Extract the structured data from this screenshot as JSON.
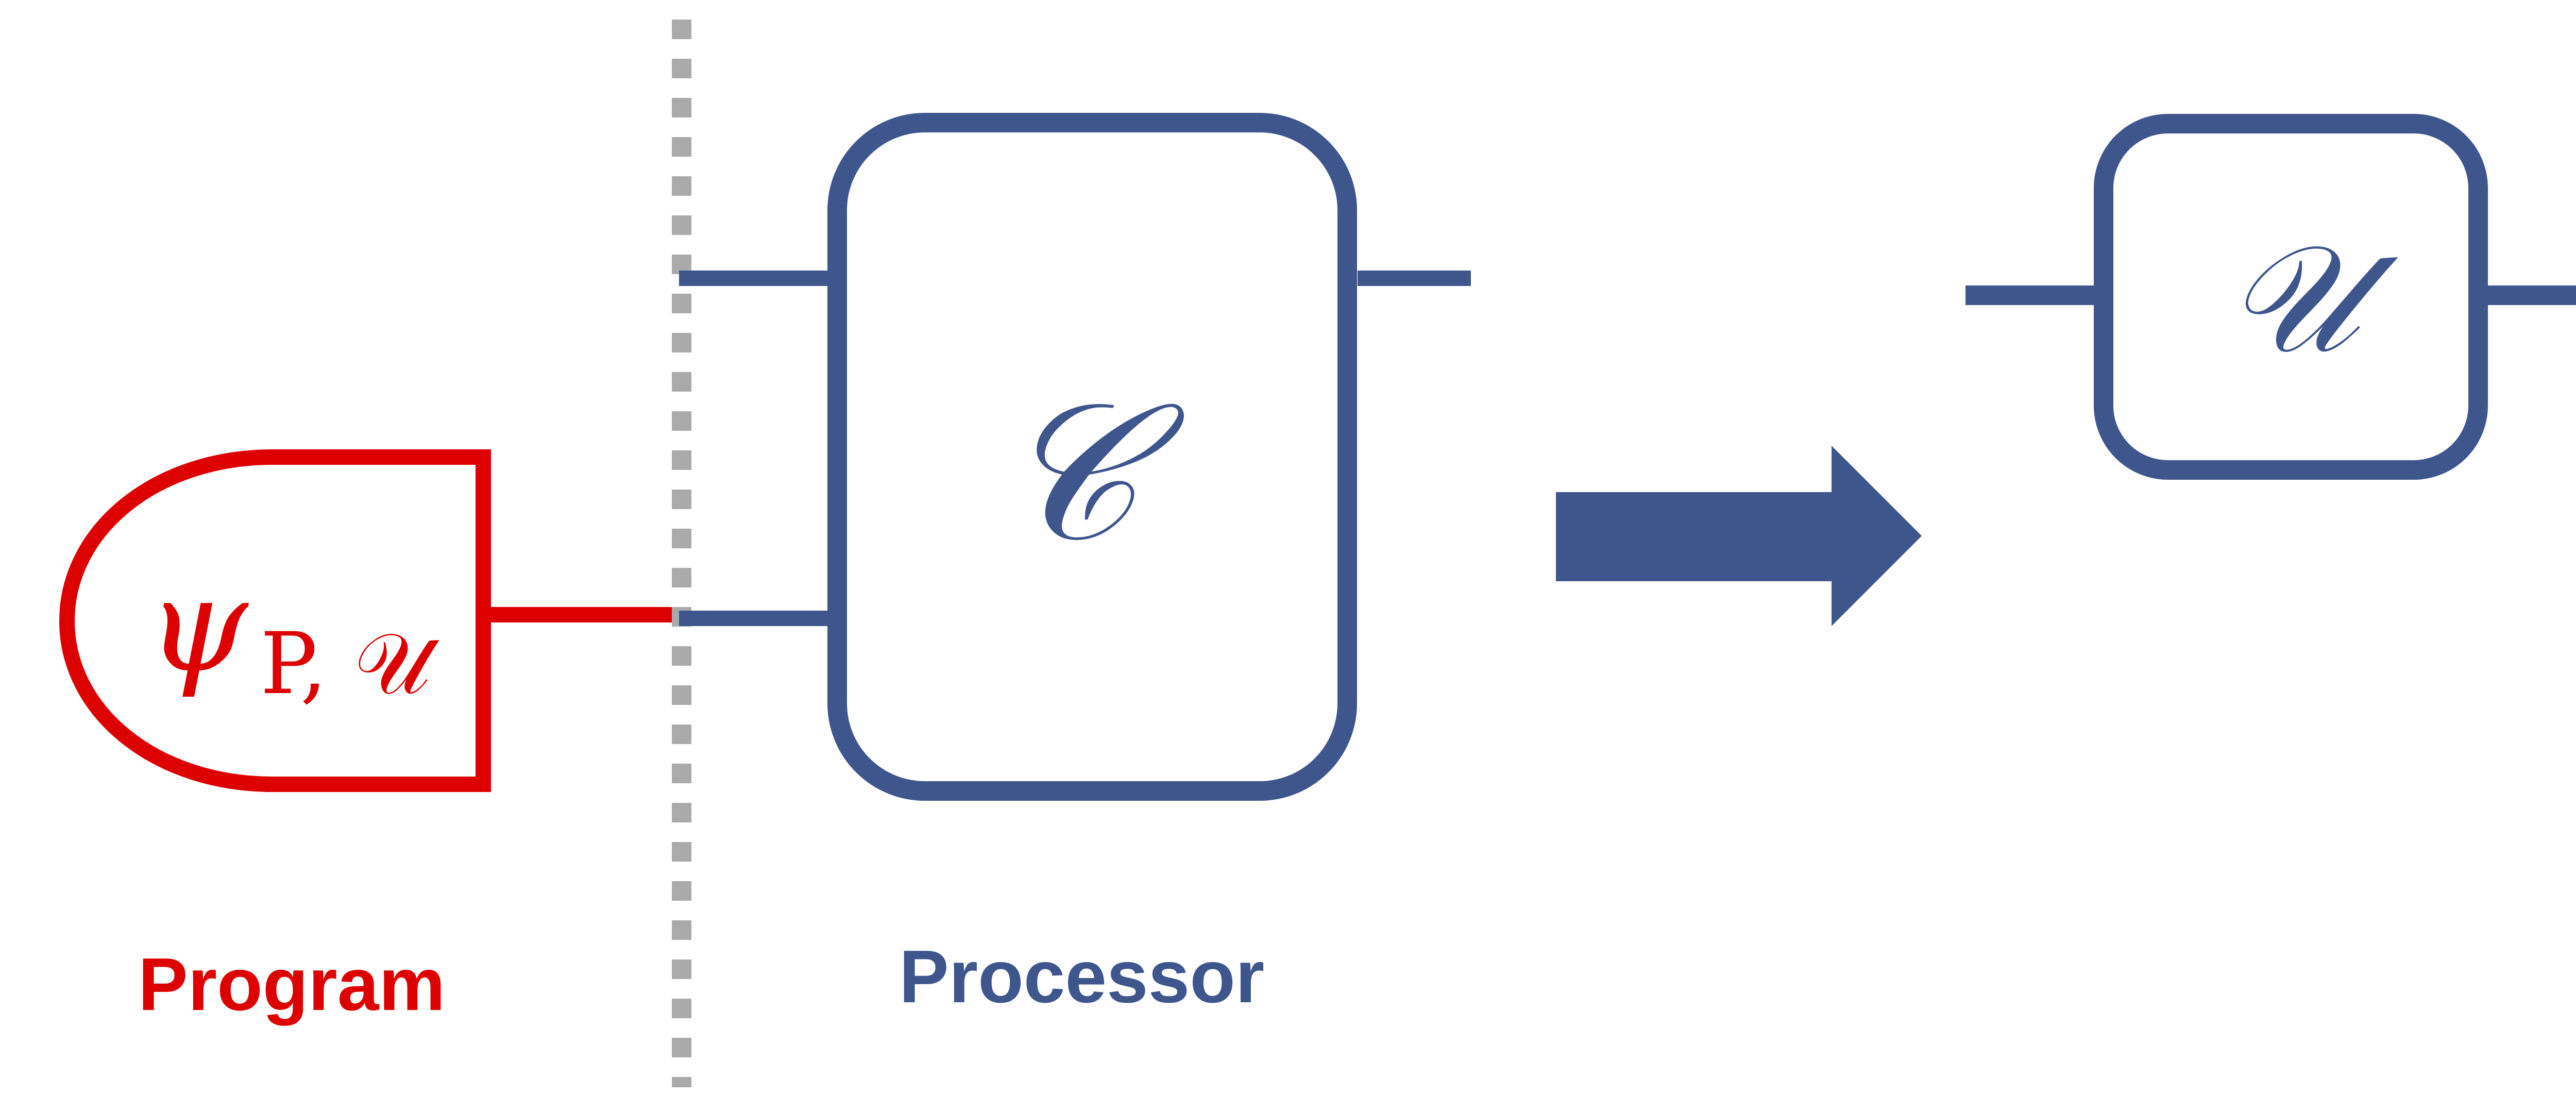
{
  "diagram": {
    "program": {
      "state_symbol": "ψ",
      "state_subscript": "P, 𝒰",
      "label": "Program"
    },
    "processor": {
      "symbol": "𝒞",
      "label": "Processor"
    },
    "result": {
      "symbol": "𝒰"
    },
    "colors": {
      "program": "#dd0000",
      "processor": "#3f568c",
      "divider": "#aaaaaa"
    }
  }
}
